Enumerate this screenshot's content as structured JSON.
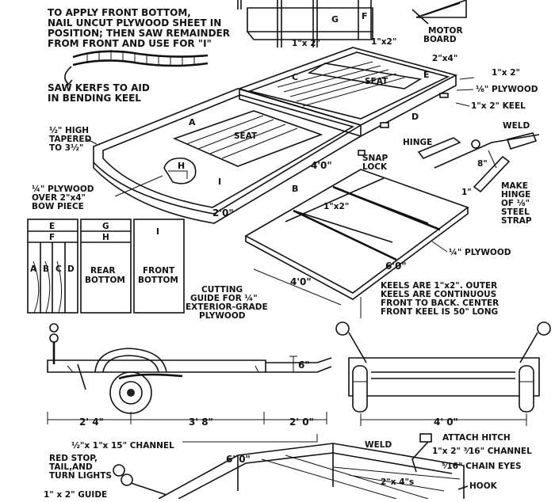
{
  "notes": {
    "front_bottom": [
      "TO APPLY FRONT BOTTOM,",
      "NAIL UNCUT PLYWOOD SHEET IN",
      "POSITION; THEN SAW REMAINDER",
      "FROM FRONT AND USE FOR \"I\""
    ],
    "saw_kerfs": [
      "SAW KERFS TO AID",
      "IN BENDING KEEL"
    ],
    "high_tapered": [
      "½\" HIGH",
      "TAPERED",
      "TO 3½\""
    ],
    "bow_piece": [
      "¼\" PLYWOOD",
      "OVER 2\"x4\"",
      "BOW PIECE"
    ],
    "motor_board": [
      "MOTOR",
      "BOARD"
    ],
    "cutting_guide": [
      "CUTTING",
      "GUIDE FOR ¼\"",
      "EXTERIOR-GRADE",
      "PLYWOOD"
    ],
    "keels": [
      "KEELS ARE 1\"x2\". OUTER",
      "KEELS ARE CONTINUOUS",
      "FRONT TO BACK. CENTER",
      "FRONT KEEL IS 50\" LONG"
    ],
    "make_hinge": [
      "MAKE",
      "HINGE",
      "OF ⅛\"",
      "STEEL",
      "STRAP"
    ],
    "lights": [
      "RED STOP,",
      "TAIL,AND",
      "TURN LIGHTS"
    ]
  },
  "labels": {
    "lumber_1x2_left": "1\"x 2\"",
    "lumber_1x2_mid": "1\"x2\"",
    "lumber_2x4": "2\"x4\"",
    "lumber_1x2_right": "1\"x 2\"",
    "plywood_1_8": "⅛\" PLYWOOD",
    "keel_1x2": "1\"x 2\" KEEL",
    "weld_top": "WELD",
    "hinge": "HINGE",
    "snap_lock": [
      "SNAP",
      "LOCK"
    ],
    "seat_front": "SEAT",
    "seat_rear": "SEAT",
    "floor_1x2": "1\"x2\"",
    "plywood_1_4": "¼\" PLYWOOD",
    "dim_8": "8\"",
    "dim_1": "1\"",
    "weld_bottom": "WELD",
    "attach_hitch": "ATTACH HITCH",
    "channel_small": "1\"x 2\" ³⁄16\" CHANNEL",
    "chain_eyes": "⁵⁄16\" CHAIN EYES",
    "twobyfours": "2\"x 4\"s",
    "hook": "HOOK",
    "channel_15": "½\"x 1\"x 15\" CHANNEL",
    "guide_cut": "1\" x 2\" GUIDE"
  },
  "pieces": {
    "A": "A",
    "B": "B",
    "C": "C",
    "D": "D",
    "E": "E",
    "F": "F",
    "G": "G",
    "H": "H",
    "I": "I"
  },
  "cut_guide": {
    "top_left": "E",
    "second_left": "F",
    "strips": [
      "A",
      "B",
      "C",
      "D"
    ],
    "g_label": "G",
    "h_label": "H",
    "rear_bottom": [
      "REAR",
      "BOTTOM"
    ],
    "i_label": "I",
    "front_bottom": [
      "FRONT",
      "BOTTOM"
    ]
  },
  "dimensions": {
    "boat_width": "2'0\"",
    "boat_length": "4'0\"",
    "floor_width": "4'0\"",
    "floor_length": "6'0\"",
    "trailer_front": "2' 4\"",
    "trailer_mid": "3' 8\"",
    "trailer_rear": "2' 0\"",
    "trailer_rise": "6\"",
    "axle_width": "4' 0\"",
    "frame_length": "6' 0\""
  }
}
